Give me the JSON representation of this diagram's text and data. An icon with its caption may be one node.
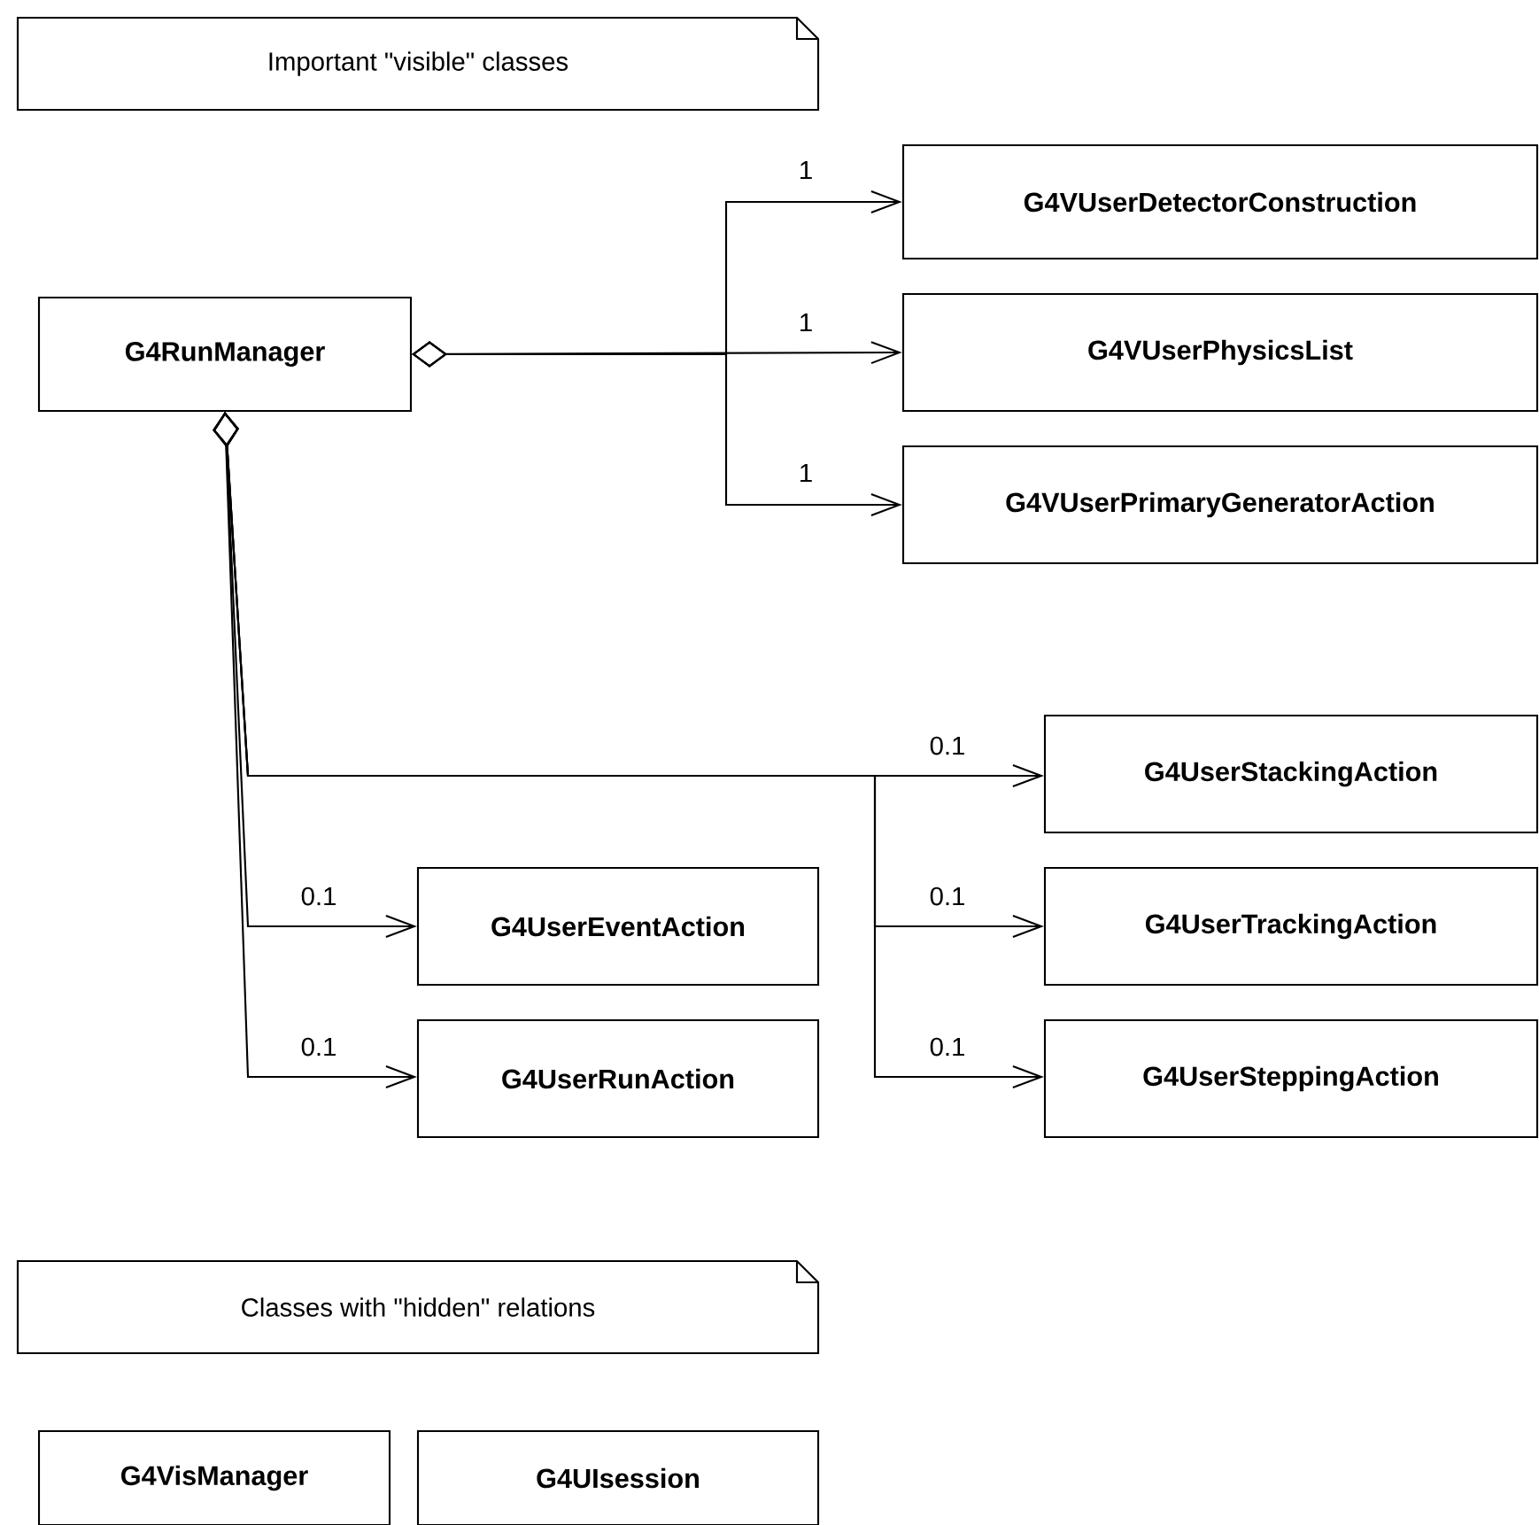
{
  "diagram": {
    "nodes": [
      {
        "text": [
          "Important \"visible\" classes"
        ]
      },
      {
        "text": [
          "G4RunManager"
        ]
      },
      {
        "text": [
          "G4VUserDetectorConstruction"
        ]
      },
      {
        "text": [
          "G4VUserPhysicsList"
        ]
      },
      {
        "text": [
          "G4VUserPrimaryGeneratorAction"
        ]
      },
      {
        "text": [
          "G4UserStackingAction"
        ]
      },
      {
        "text": [
          "G4UserEventAction"
        ]
      },
      {
        "text": [
          "G4UserTrackingAction"
        ]
      },
      {
        "text": [
          "G4UserRunAction"
        ]
      },
      {
        "text": [
          "G4UserSteppingAction"
        ]
      },
      {
        "text": [
          "Classes with \"hidden\" relations"
        ]
      },
      {
        "text": [
          "G4VisManager"
        ]
      },
      {
        "text": [
          "G4UIsession"
        ]
      }
    ],
    "edges": [
      {
        "from": 1,
        "to": 2,
        "arrow": "to",
        "label": "1"
      },
      {
        "from": 1,
        "to": 3,
        "arrow": "to",
        "label": "1"
      },
      {
        "from": 1,
        "to": 4,
        "arrow": "to",
        "label": "1"
      },
      {
        "from": 1,
        "to": 5,
        "arrow": "to",
        "label": "0.1"
      },
      {
        "from": 1,
        "to": 6,
        "arrow": "to",
        "label": "0.1"
      },
      {
        "from": 1,
        "to": 7,
        "arrow": "to",
        "label": "0.1"
      },
      {
        "from": 1,
        "to": 8,
        "arrow": "to",
        "label": "0.1"
      },
      {
        "from": 1,
        "to": 9,
        "arrow": "to",
        "label": "0.1"
      }
    ]
  }
}
